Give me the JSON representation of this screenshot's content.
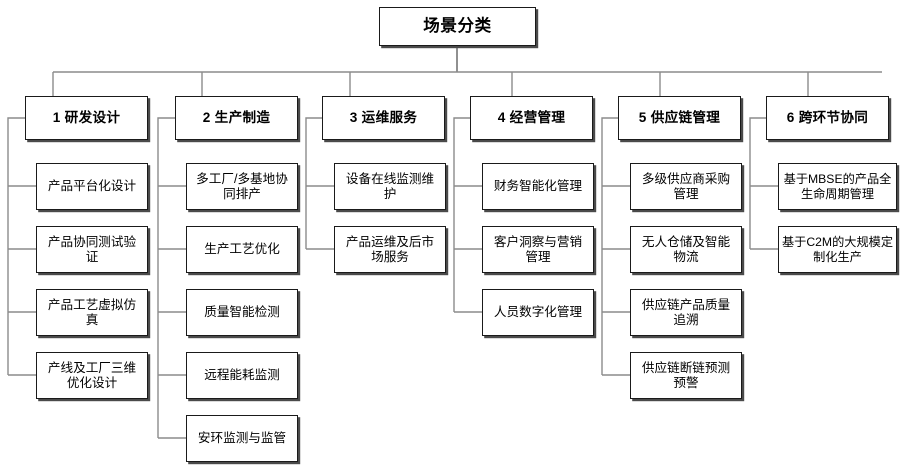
{
  "diagram": {
    "title": "场景分类",
    "type": "organization-tree",
    "orientation": "top-down-then-left-spine",
    "colors": {
      "background": "#ffffff",
      "border": "#1a1a1a",
      "shadow": "#4a4a4a",
      "connector": "#8c8c8c",
      "connector_root": "#6b6b6b",
      "text": "#000000"
    },
    "root": {
      "label": "场景分类"
    },
    "columns": [
      {
        "id": "col-1",
        "number": "1",
        "header": "1 研发设计",
        "items": [
          "产品平台化设计",
          "产品协同测试验证",
          "产品工艺虚拟仿真",
          "产线及工厂三维优化设计"
        ]
      },
      {
        "id": "col-2",
        "number": "2",
        "header": "2 生产制造",
        "items": [
          "多工厂/多基地协同排产",
          "生产工艺优化",
          "质量智能检测",
          "远程能耗监测",
          "安环监测与监管"
        ]
      },
      {
        "id": "col-3",
        "number": "3",
        "header": "3 运维服务",
        "items": [
          "设备在线监测维护",
          "产品运维及后市场服务"
        ]
      },
      {
        "id": "col-4",
        "number": "4",
        "header": "4 经营管理",
        "items": [
          "财务智能化管理",
          "客户洞察与营销管理",
          "人员数字化管理"
        ]
      },
      {
        "id": "col-5",
        "number": "5",
        "header": "5 供应链管理",
        "items": [
          "多级供应商采购管理",
          "无人仓储及智能物流",
          "供应链产品质量追溯",
          "供应链断链预测预警"
        ]
      },
      {
        "id": "col-6",
        "number": "6",
        "header": "6 跨环节协同",
        "items": [
          "基于MBSE的产品全生命周期管理",
          "基于C2M的大规模定制化生产"
        ]
      }
    ]
  }
}
